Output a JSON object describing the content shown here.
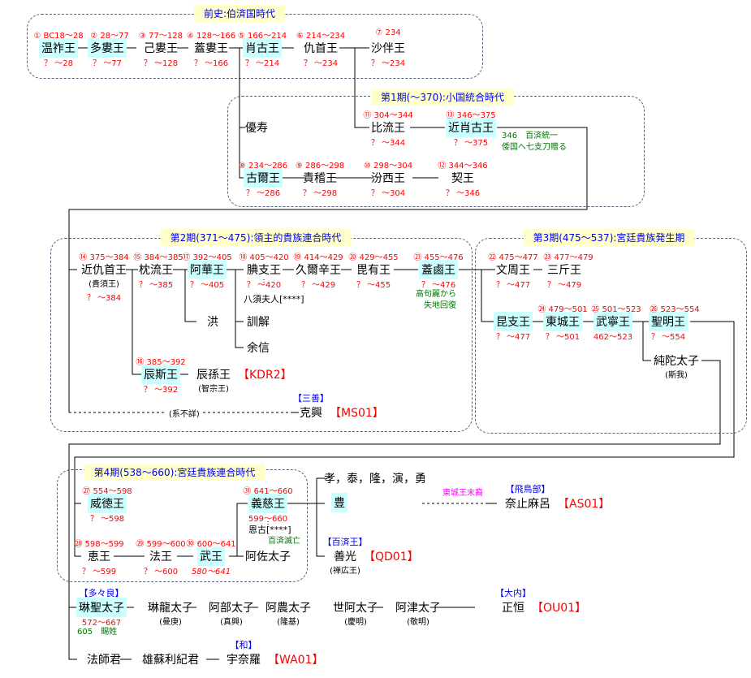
{
  "periods": {
    "pre": "前史:伯済国時代",
    "p1": "第1期(～370):小国統合時代",
    "p2": "第2期(371～475):領主的貴族連合時代",
    "p3": "第3期(475～537):宮廷貴族発生期",
    "p4": "第4期(538～660):宮廷貴族連合時代"
  },
  "nodes": {
    "onjo": {
      "name": "温祚王",
      "reign": "① BC18～28",
      "life": "？ ～28",
      "hl": true
    },
    "taru": {
      "name": "多婁王",
      "reign": "② 28～77",
      "life": "？ ～77",
      "hl": true
    },
    "giru": {
      "name": "己婁王",
      "reign": "③ 77～128",
      "life": "？ ～128"
    },
    "gaeru": {
      "name": "蓋婁王",
      "reign": "④ 128～166",
      "life": "？ ～166"
    },
    "chogo": {
      "name": "肖古王",
      "reign": "⑤ 166～214",
      "life": "？ ～214",
      "hl": true
    },
    "gusu": {
      "name": "仇首王",
      "reign": "⑥ 214～234",
      "life": "？ ～234"
    },
    "saban": {
      "name": "沙伴王",
      "reign": "⑦ 234",
      "life": "？ ～234"
    },
    "yuju": {
      "name": "優寿"
    },
    "biryu": {
      "name": "比流王",
      "reign": "⑪ 304～344",
      "life": "？ ～344"
    },
    "geunchogo": {
      "name": "近肖古王",
      "reign": "⑬ 346～375",
      "life": "？ ～375",
      "hl": true,
      "note": [
        "346　百済統一",
        "倭国へ七支刀贈る"
      ]
    },
    "goi": {
      "name": "古爾王",
      "reign": "⑧ 234～286",
      "life": "？ ～286",
      "hl": true
    },
    "chaekgye": {
      "name": "責稽王",
      "reign": "⑨ 286～298",
      "life": "？ ～298"
    },
    "bunseo": {
      "name": "汾西王",
      "reign": "⑩ 298～304",
      "life": "？ ～304"
    },
    "gye": {
      "name": "契王",
      "reign": "⑫ 344～346",
      "life": "？ ～346"
    },
    "geungusu": {
      "name": "近仇首王",
      "reign": "⑭ 375～384",
      "sub": "(貴須王)",
      "life": "？ ～384"
    },
    "chimnyu": {
      "name": "枕流王",
      "reign": "⑮ 384～385",
      "life": "？ ～385"
    },
    "ahwa": {
      "name": "阿華王",
      "reign": "⑰ 392～405",
      "life": "？ ～405",
      "hl": true
    },
    "jeonji": {
      "name": "腆支王",
      "reign": "⑱ 405～420",
      "life": "？ ～420"
    },
    "guisin": {
      "name": "久爾辛王",
      "reign": "⑲ 414～429",
      "life": "？ ～429"
    },
    "biyu": {
      "name": "毘有王",
      "reign": "⑳ 429～455",
      "life": "？ ～455"
    },
    "gaero": {
      "name": "蓋鹵王",
      "reign": "㉑ 455～476",
      "life": "？ ～476",
      "hl": true,
      "note": [
        "高句麗から",
        "　失地回復"
      ]
    },
    "hong": {
      "name": "洪"
    },
    "hunhae": {
      "name": "訓解"
    },
    "yeosin": {
      "name": "余信"
    },
    "jinsa": {
      "name": "辰斯王",
      "reign": "⑯ 385～392",
      "life": "？ ～392",
      "hl": true
    },
    "jinson": {
      "name": "辰孫王",
      "sub": "(智宗王)",
      "code": "【KDR2】"
    },
    "kokko": {
      "name": "克興",
      "tag": "【三善】",
      "code": "【MS01】"
    },
    "munju": {
      "name": "文周王",
      "reign": "㉒ 475～477",
      "life": "？ ～477"
    },
    "samgeun": {
      "name": "三斤王",
      "reign": "㉓ 477～479",
      "life": "？ ～479"
    },
    "gonji": {
      "name": "昆支王",
      "life": "？ ～477",
      "hl": true
    },
    "dongseong": {
      "name": "東城王",
      "reign": "㉔ 479～501",
      "life": "？ ～501",
      "hl": true
    },
    "muryeong": {
      "name": "武寧王",
      "reign": "㉕ 501～523",
      "life": "462～523",
      "hl": true
    },
    "seongmyeong": {
      "name": "聖明王",
      "reign": "㉖ 523～554",
      "life": "？ ～554",
      "hl": true
    },
    "junta": {
      "name": "純陀太子",
      "sub": "(斯我)"
    },
    "wideok": {
      "name": "威徳王",
      "reign": "㉗ 554～598",
      "life": "？ ～598",
      "hl": true
    },
    "hye": {
      "name": "恵王",
      "reign": "㉘ 598～599",
      "life": "？ ～599"
    },
    "beop": {
      "name": "法王",
      "reign": "㉙ 599～600",
      "life": "？ ～600"
    },
    "mu": {
      "name": "武王",
      "reign": "㉚ 600～641",
      "life": "580～641",
      "hl": true,
      "italic": true
    },
    "uija": {
      "name": "義慈王",
      "reign": "㉛ 641～660",
      "life": "599～660",
      "hl": true
    },
    "asa": {
      "name": "阿佐太子"
    },
    "sons": {
      "name": "孝，泰，隆，演，勇"
    },
    "pung": {
      "name": "豊",
      "hl": true
    },
    "zenko": {
      "name": "善光",
      "tag": "【百済王】",
      "sub": "(禅広王)",
      "code": "【QD01】"
    },
    "natomaro": {
      "name": "奈止麻呂",
      "tag": "【飛鳥部】",
      "code": "【AS01】"
    },
    "rinsho": {
      "name": "琳聖太子",
      "tag": "【多々良】",
      "life": "572～667",
      "hl": true,
      "note": [
        "605　賜姓"
      ]
    },
    "rinryu": {
      "name": "琳龍太子",
      "sub": "(曼庚)"
    },
    "abe": {
      "name": "阿部太子",
      "sub": "(真興)"
    },
    "ano": {
      "name": "阿農太子",
      "sub": "(隆基)"
    },
    "sea": {
      "name": "世阿太子",
      "sub": "(慶明)"
    },
    "atsu": {
      "name": "阿津太子",
      "sub": "(敬明)"
    },
    "masatsune": {
      "name": "正恒",
      "tag": "【大内】",
      "code": "【OU01】"
    },
    "hoshi": {
      "name": "法師君"
    },
    "yusori": {
      "name": "雄蘇利紀君"
    },
    "unara": {
      "name": "宇奈羅",
      "tag": "【和】",
      "code": "【WA01】"
    }
  },
  "extras": {
    "hassu": "八須夫人[****]",
    "ongo": "恩古[****]",
    "fall": "百済滅亡",
    "keifusho": "(系不詳)",
    "dongseong_descendant": "東城王末裔",
    "marker": "!"
  },
  "colors": {
    "highlight": "#ccffff",
    "reign": "#ff0000",
    "tag": "#0000ee",
    "note": "#007700",
    "title_bg": "#ffffcc",
    "descendant": "#ff00ff"
  }
}
